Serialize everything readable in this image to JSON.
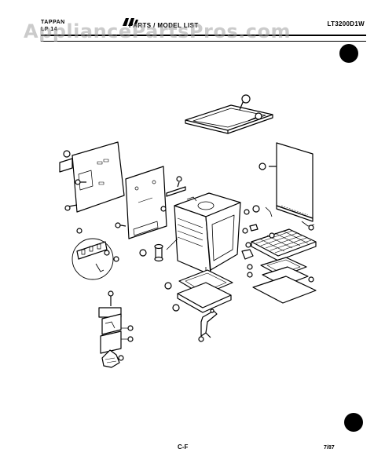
{
  "header": {
    "brand_line1": "TAPPAN",
    "brand_line2": "LP 14",
    "title": "PARTS / MODEL LIST",
    "model_number": "LT3200D1W"
  },
  "watermark": "AppliancePartsPros.com",
  "footer": {
    "page_code": "C-F",
    "date": "7/87"
  },
  "colors": {
    "ink": "#000000",
    "paper": "#ffffff",
    "watermark": "#a0a0a0"
  }
}
